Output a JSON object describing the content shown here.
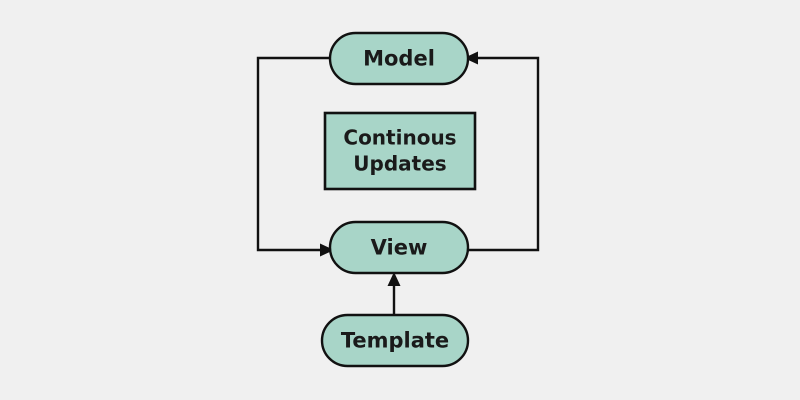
{
  "diagram": {
    "type": "flow-cycle-diagram",
    "background_color": "#f0f0f0",
    "node_fill_color": "#a8d5c8",
    "node_stroke_color": "#111111",
    "text_color": "#1a1a1a",
    "nodes": [
      {
        "id": "model",
        "label": "Model",
        "shape": "stadium"
      },
      {
        "id": "continous-updates",
        "label_line1": "Continous",
        "label_line2": "Updates",
        "shape": "rectangle"
      },
      {
        "id": "view",
        "label": "View",
        "shape": "stadium"
      },
      {
        "id": "template",
        "label": "Template",
        "shape": "stadium"
      }
    ],
    "edges": [
      {
        "id": "model-to-view",
        "from": "model",
        "to": "view",
        "routing": "left",
        "arrow": "to-view"
      },
      {
        "id": "view-to-model",
        "from": "view",
        "to": "model",
        "routing": "right",
        "arrow": "to-model"
      },
      {
        "id": "template-to-view",
        "from": "template",
        "to": "view",
        "routing": "vertical",
        "arrow": "to-view"
      }
    ]
  }
}
